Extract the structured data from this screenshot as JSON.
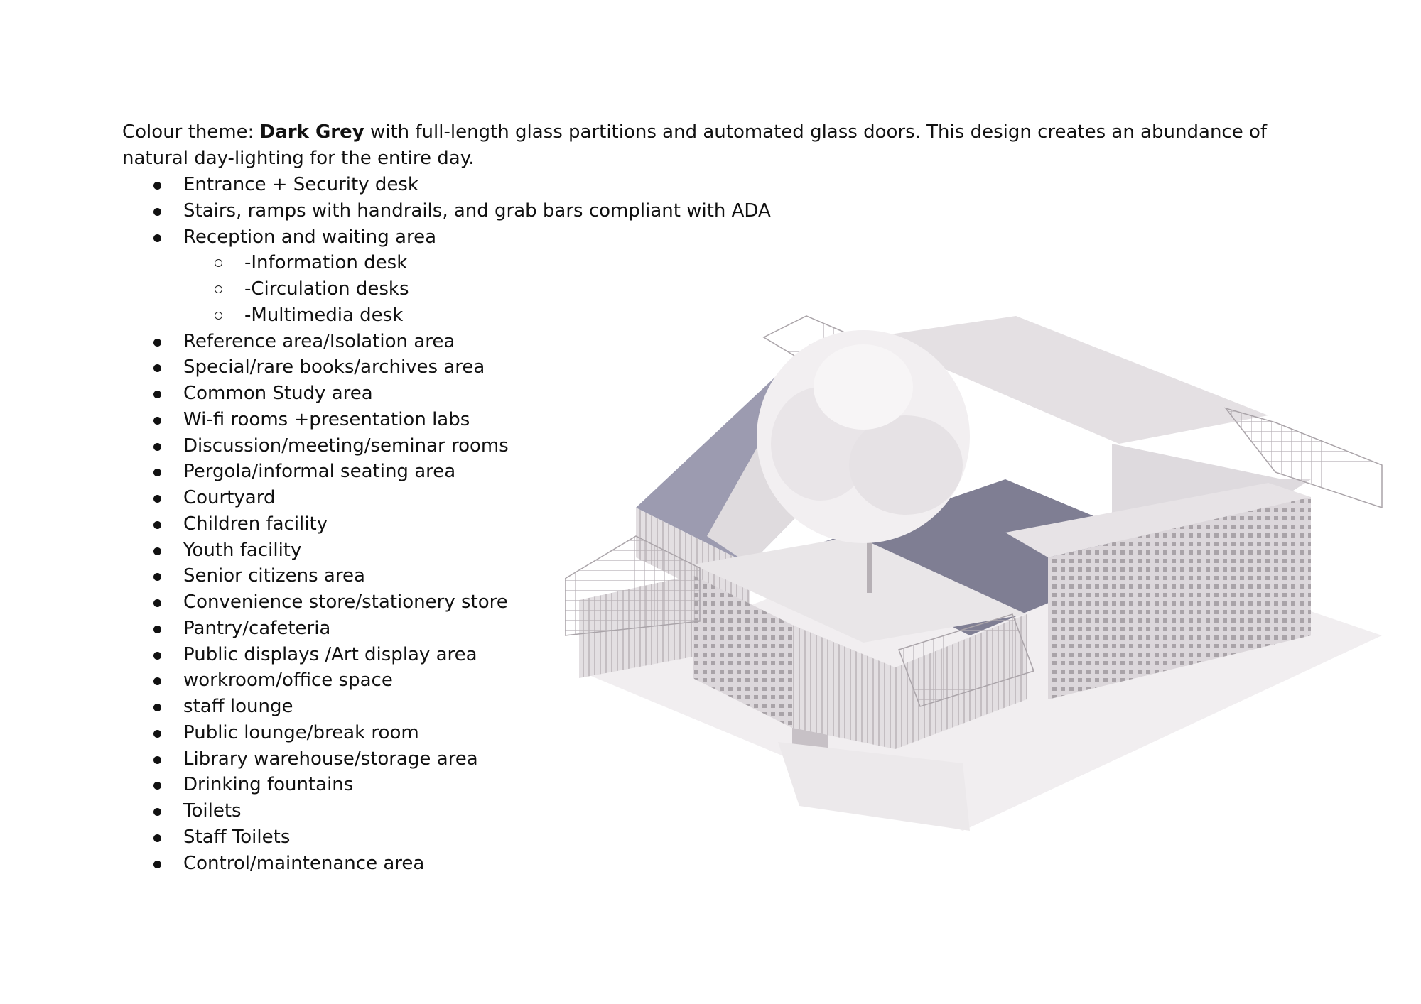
{
  "intro": {
    "prefix": "Colour theme: ",
    "emphasis": "Dark Grey",
    "suffix": " with full-length glass partitions and automated glass doors. This design creates an abundance of natural day-lighting for the entire day."
  },
  "items": [
    {
      "text": "Entrance + Security desk",
      "level": 1
    },
    {
      "text": "Stairs, ramps with handrails, and grab bars compliant with ADA",
      "level": 1
    },
    {
      "text": "Reception and waiting area",
      "level": 1
    },
    {
      "text": "-Information desk",
      "level": 2
    },
    {
      "text": "-Circulation desks",
      "level": 2
    },
    {
      "text": "-Multimedia desk",
      "level": 2
    },
    {
      "text": "Reference area/Isolation area",
      "level": 1
    },
    {
      "text": "Special/rare books/archives area",
      "level": 1
    },
    {
      "text": "Common Study area",
      "level": 1
    },
    {
      "text": "Wi-fi rooms +presentation labs",
      "level": 1
    },
    {
      "text": "Discussion/meeting/seminar rooms",
      "level": 1
    },
    {
      "text": "Pergola/informal seating area",
      "level": 1
    },
    {
      "text": "Courtyard",
      "level": 1
    },
    {
      "text": "Children facility",
      "level": 1
    },
    {
      "text": "Youth facility",
      "level": 1
    },
    {
      "text": "Senior citizens area",
      "level": 1
    },
    {
      "text": "Convenience store/stationery store",
      "level": 1
    },
    {
      "text": "Pantry/cafeteria",
      "level": 1
    },
    {
      "text": "Public displays /Art display area",
      "level": 1
    },
    {
      "text": "workroom/office space",
      "level": 1
    },
    {
      "text": "staff lounge",
      "level": 1
    },
    {
      "text": "Public lounge/break room",
      "level": 1
    },
    {
      "text": "Library warehouse/storage area",
      "level": 1
    },
    {
      "text": "Drinking fountains",
      "level": 1
    },
    {
      "text": "Toilets",
      "level": 1
    },
    {
      "text": "Staff Toilets",
      "level": 1
    },
    {
      "text": "Control/maintenance area",
      "level": 1
    }
  ],
  "colors": {
    "text": "#111111",
    "model": "#e6e2e4",
    "model_shade": "#c9c3c8",
    "glass": "#8a89a0"
  }
}
